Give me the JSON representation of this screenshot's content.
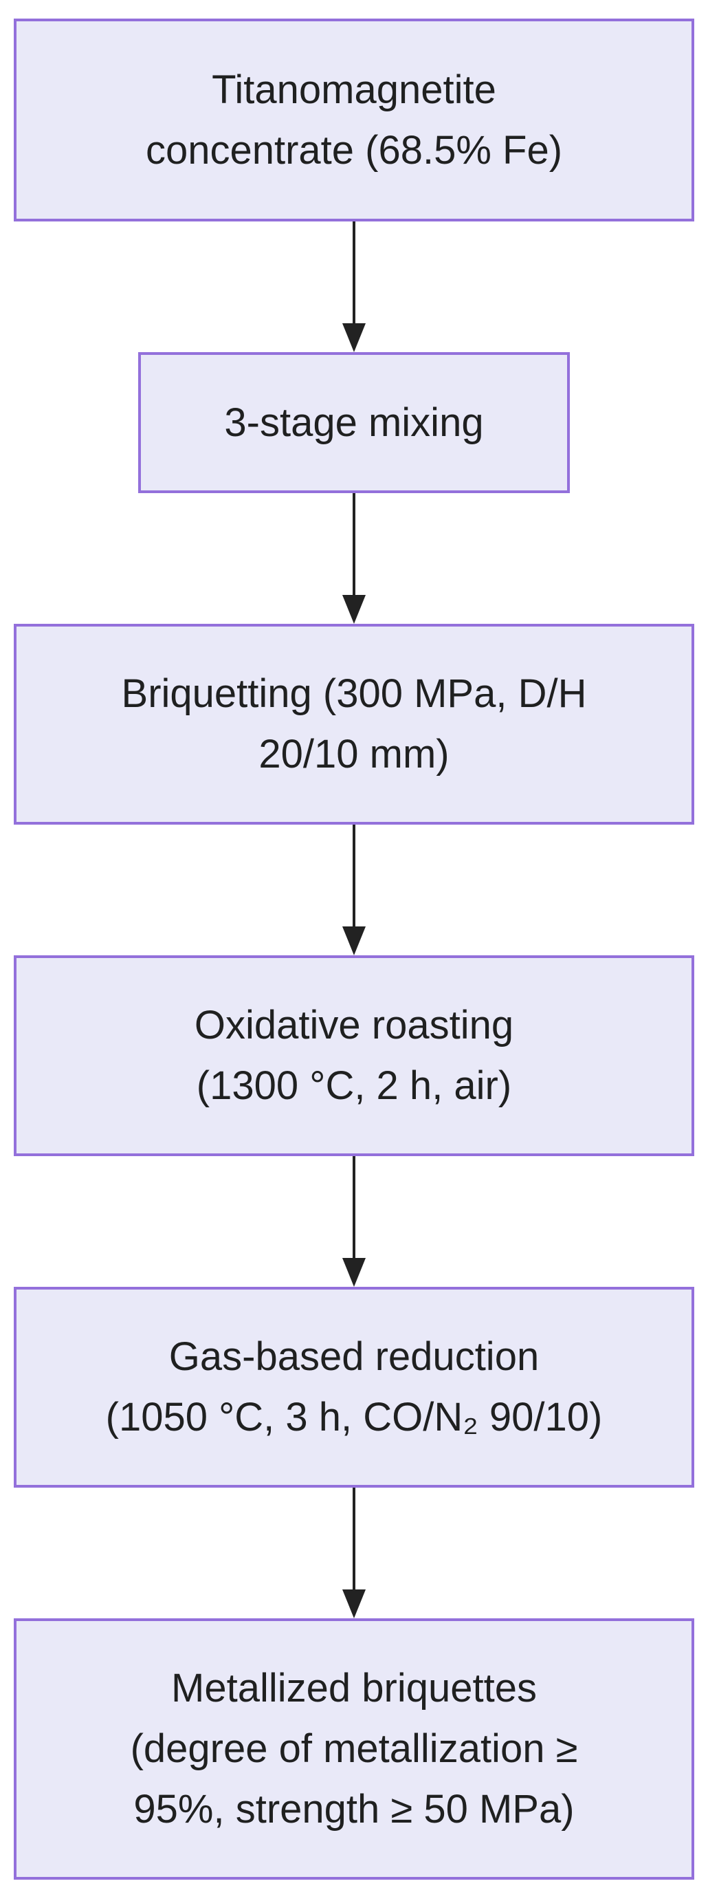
{
  "diagram": {
    "type": "flowchart",
    "direction": "top-down",
    "colors": {
      "background": "#ffffff",
      "node_fill": "#e9e9f8",
      "node_border": "#9370db",
      "text": "#1f2020",
      "arrow": "#222222"
    },
    "nodes": [
      {
        "id": "concentrate",
        "label": "Titanomagnetite concentrate (68.5% Fe)",
        "lines": [
          "Titanomagnetite",
          "concentrate (68.5% Fe)"
        ]
      },
      {
        "id": "mixing",
        "label": "3-stage mixing",
        "lines": [
          "3-stage mixing"
        ]
      },
      {
        "id": "briquetting",
        "label": "Briquetting (300 MPa, D/H 20/10 mm)",
        "lines": [
          "Briquetting (300 MPa, D/H",
          "20/10 mm)"
        ]
      },
      {
        "id": "roasting",
        "label": "Oxidative roasting (1300 °C, 2 h, air)",
        "lines": [
          "Oxidative roasting",
          "(1300 °C, 2 h, air)"
        ]
      },
      {
        "id": "reduction",
        "label": "Gas-based reduction (1050 °C, 3 h, CO/N₂ 90/10)",
        "lines": [
          "Gas-based reduction",
          "(1050 °C, 3 h, CO/N₂ 90/10)"
        ]
      },
      {
        "id": "product",
        "label": "Metallized briquettes (degree of metallization ≥ 95%, strength ≥ 50 MPa)",
        "lines": [
          "Metallized briquettes",
          "(degree of metallization ≥",
          "95%, strength ≥ 50 MPa)"
        ]
      }
    ],
    "edges": [
      {
        "from": "concentrate",
        "to": "mixing"
      },
      {
        "from": "mixing",
        "to": "briquetting"
      },
      {
        "from": "briquetting",
        "to": "roasting"
      },
      {
        "from": "roasting",
        "to": "reduction"
      },
      {
        "from": "reduction",
        "to": "product"
      }
    ]
  }
}
